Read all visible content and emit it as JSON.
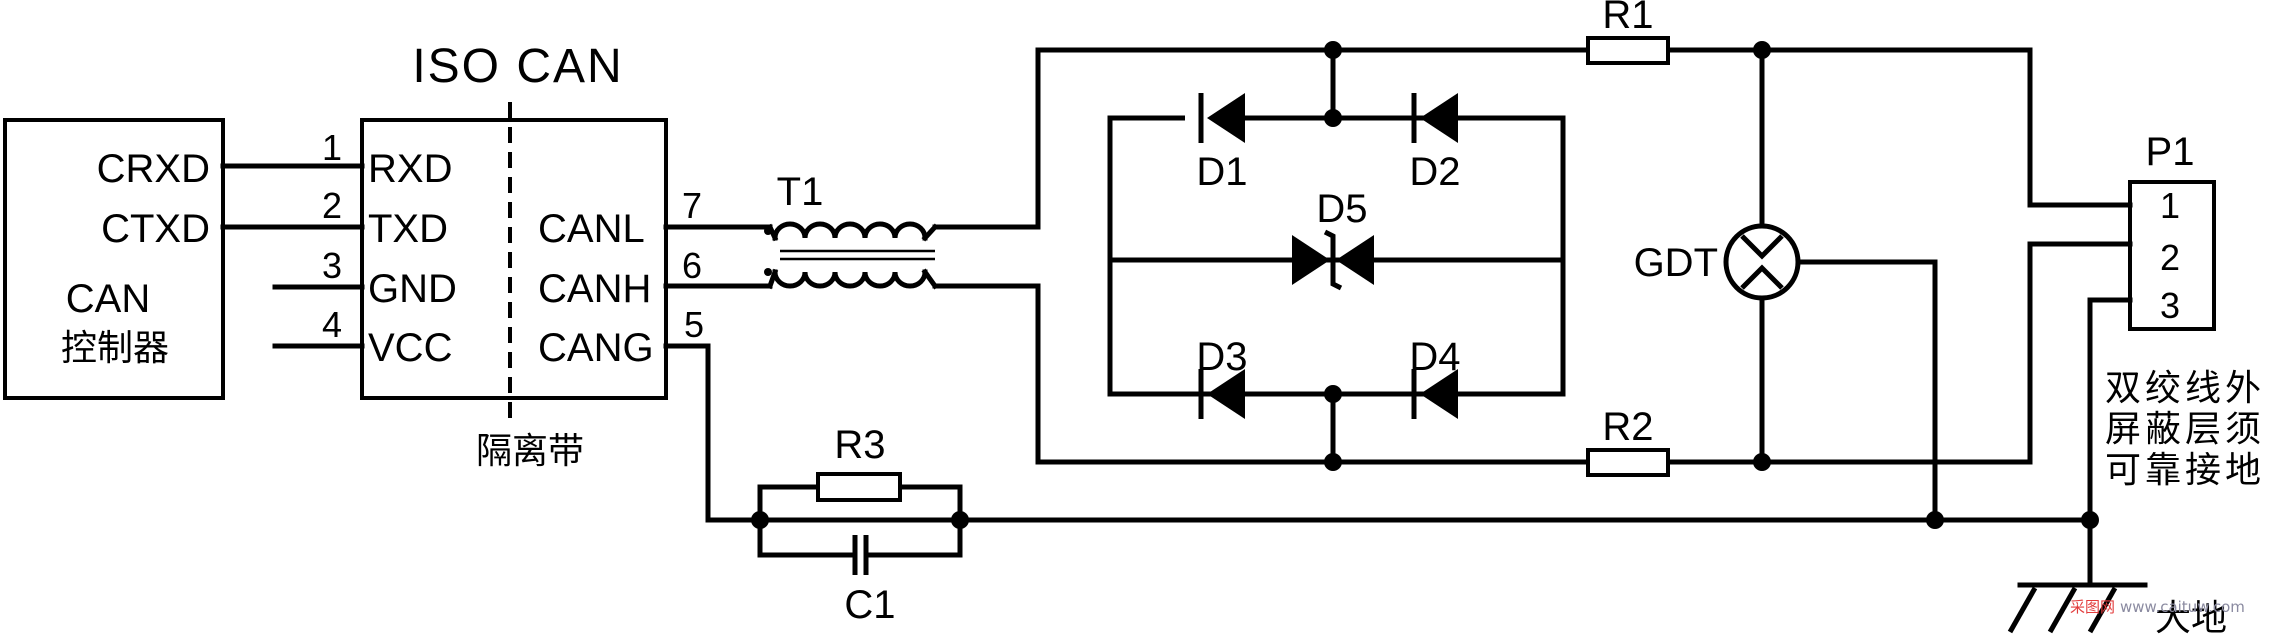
{
  "chip": {
    "title": "ISO CAN",
    "left_pins": [
      {
        "num": "1",
        "name": "RXD"
      },
      {
        "num": "2",
        "name": "TXD"
      },
      {
        "num": "3",
        "name": "GND"
      },
      {
        "num": "4",
        "name": "VCC"
      }
    ],
    "right_pins": [
      {
        "num": "7",
        "name": "CANL"
      },
      {
        "num": "6",
        "name": "CANH"
      },
      {
        "num": "5",
        "name": "CANG"
      }
    ],
    "isolation_label": "隔离带"
  },
  "controller": {
    "pins": [
      "CRXD",
      "CTXD"
    ],
    "label_line1": "CAN",
    "label_line2": "控制器"
  },
  "components": {
    "transformer": "T1",
    "r1": "R1",
    "r2": "R2",
    "r3": "R3",
    "c1": "C1",
    "d1": "D1",
    "d2": "D2",
    "d3": "D3",
    "d4": "D4",
    "d5": "D5",
    "gdt": "GDT"
  },
  "connector": {
    "name": "P1",
    "pins": [
      "1",
      "2",
      "3"
    ]
  },
  "note": [
    "双绞线外",
    "屏蔽层须",
    "可靠接地"
  ],
  "ground_label": "大地",
  "watermark": {
    "text": "采图网",
    "url": "www.caituw.com"
  }
}
